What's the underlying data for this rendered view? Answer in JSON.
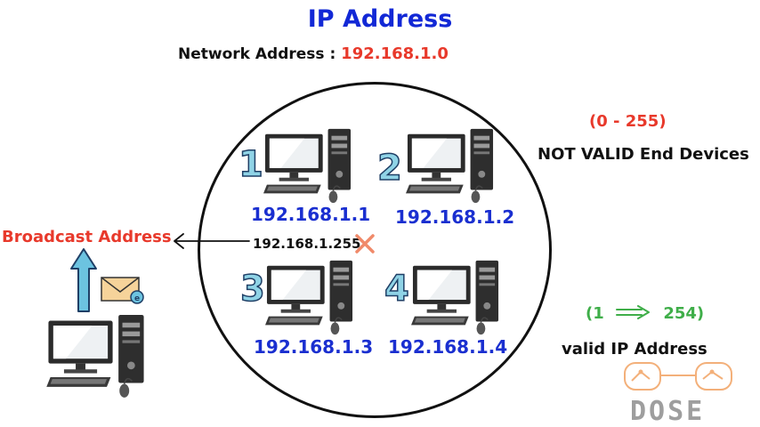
{
  "title": "IP Address",
  "network": {
    "label": "Network Address :",
    "value": "192.168.1.0"
  },
  "hosts": [
    {
      "number": "1",
      "ip": "192.168.1.1"
    },
    {
      "number": "2",
      "ip": "192.168.1.2"
    },
    {
      "number": "3",
      "ip": "192.168.1.3"
    },
    {
      "number": "4",
      "ip": "192.168.1.4"
    }
  ],
  "broadcast": {
    "ip": "192.168.1.255",
    "label": "Broadcast Address"
  },
  "invalid": {
    "range": "(0 - 255)",
    "label": "NOT VALID End Devices"
  },
  "valid": {
    "range_start": "(1",
    "range_end": "254)",
    "label": "valid IP Address"
  },
  "logo": {
    "text": "DOSE"
  },
  "colors": {
    "title": "#1228d6",
    "ip": "#1a2fd0",
    "red": "#e8392b",
    "green": "#3fae49",
    "arrow": "#6cc3e0",
    "logo": "#f0a868"
  }
}
